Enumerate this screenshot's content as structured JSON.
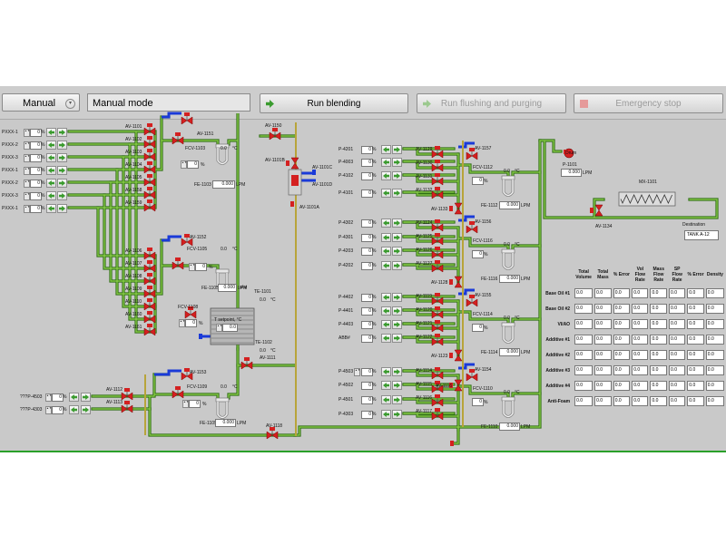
{
  "toolbar": {
    "mode_select": "Manual",
    "mode_display": "Manual mode",
    "run_blending": "Run blending",
    "run_flushing": "Run flushing and purging",
    "emergency_stop": "Emergency stop"
  },
  "colors": {
    "pipe": "#6aa333",
    "valve": "#d42020",
    "active_pipe": "#1a3ad8",
    "tank": "#c8c8c8",
    "background": "#c9c9c9"
  },
  "left_inlets": [
    {
      "label": "PXXX-1",
      "value": "0"
    },
    {
      "label": "PXXX-2",
      "value": "0"
    },
    {
      "label": "PXXX-3",
      "value": "0"
    },
    {
      "label": "PXXX-1",
      "value": "0"
    },
    {
      "label": "PXXX-2",
      "value": "0"
    },
    {
      "label": "PXXX-3",
      "value": "0"
    },
    {
      "label": "PXXX-1",
      "value": "0"
    }
  ],
  "left_lower_inlets": [
    {
      "label": "???P-4503",
      "value": "0"
    },
    {
      "label": "???P-4303",
      "value": "0"
    }
  ],
  "valves_group1": [
    "AV-1101",
    "AV-1102",
    "AV-1103",
    "AV-1104",
    "AV-1105",
    "AV-1158",
    "AV-1159"
  ],
  "valves_group2": [
    "AV-1106",
    "AV-1107",
    "AV-1108",
    "AV-1109",
    "AV-1110",
    "AV-1160",
    "AV-1161"
  ],
  "valves_misc": {
    "av1151": "AV-1151",
    "av1152": "AV-1152",
    "av1150": "AV-1150",
    "av1101b": "AV-1101B",
    "av1101c": "AV-1101C",
    "av1101d": "AV-1101D",
    "av1101a": "AV-1101A",
    "av1111": "AV-1111",
    "av1153": "AV-1153",
    "av1112": "AV-1112",
    "av1113": "AV-1113",
    "av1118": "AV-1118",
    "av1157": "AV-1157",
    "av1133": "AV-1133",
    "av1156": "AV-1156",
    "av1128": "AV-1128",
    "av1155": "AV-1155",
    "av1122": "AV-1122",
    "av1154": "AV-1154",
    "av1116": "AV-1116",
    "av1134": "AV-1134"
  },
  "fcv": [
    {
      "name": "FCV-1103",
      "pct": "0",
      "temp": "0.0",
      "unit": "°C",
      "fe": "FE-1103",
      "flow": "0.000",
      "flow_unit": "LPM"
    },
    {
      "name": "FCV-1105",
      "pct": "0",
      "temp": "0.0",
      "unit": "°C",
      "fe": "FE-1105",
      "flow": "0.000",
      "flow_unit": "LPM",
      "extra": "a/ai"
    },
    {
      "name": "FCV-1109",
      "pct": "0",
      "temp": "0.0",
      "unit": "°C",
      "fe": "FE-1109",
      "flow": "0.000",
      "flow_unit": "LPM"
    }
  ],
  "heater": {
    "fcv": "FCV-1108",
    "pct": "0",
    "setpoint_label": "T setpoint, °C",
    "setpoint": "0.0",
    "te1": "TE-1101",
    "te1_val": "0.0",
    "te2": "TE-1102",
    "te2_val": "0.0",
    "unit": "°C"
  },
  "right_groups": [
    {
      "inputs": [
        {
          "label": "P-4201",
          "value": "0"
        },
        {
          "label": "P-4003",
          "value": "0"
        },
        {
          "label": "P-4102",
          "value": "0"
        },
        {
          "label": "P-4101",
          "value": "0"
        }
      ],
      "valves": [
        "AV-1129",
        "AV-1130",
        "AV-1131",
        "AV-1132"
      ],
      "top_valve": "AV-1157",
      "fcv": "FCV-1112",
      "pct": "0",
      "temp": "0.0",
      "fe": "FE-1112",
      "flow": "0.000",
      "bottom_valve": "AV-1133"
    },
    {
      "inputs": [
        {
          "label": "P-4302",
          "value": "0"
        },
        {
          "label": "P-4301",
          "value": "0"
        },
        {
          "label": "P-4203",
          "value": "0"
        },
        {
          "label": "P-4202",
          "value": "0"
        }
      ],
      "valves": [
        "AV-1124",
        "AV-1125",
        "AV-1126",
        "AV-1127"
      ],
      "top_valve": "AV-1156",
      "fcv": "FCV-1116",
      "pct": "0",
      "temp": "0.0",
      "fe": "FE-1116",
      "flow": "0.000",
      "bottom_valve": "AV-1128"
    },
    {
      "inputs": [
        {
          "label": "P-4402",
          "value": "0"
        },
        {
          "label": "P-4401",
          "value": "0"
        },
        {
          "label": "P-4403",
          "value": "0"
        },
        {
          "label": "ABB#",
          "value": "0"
        }
      ],
      "valves": [
        "AV-1119",
        "AV-1120",
        "AV-1121",
        "AV-1122"
      ],
      "top_valve": "AV-1155",
      "fcv": "FCV-1114",
      "pct": "0",
      "temp": "0.0",
      "fe": "FE-1114",
      "flow": "0.000",
      "bottom_valve": "AV-1123"
    },
    {
      "inputs": [
        {
          "label": "P-4503",
          "value": "0"
        },
        {
          "label": "P-4502",
          "value": "0"
        },
        {
          "label": "P-4501",
          "value": "0"
        },
        {
          "label": "P-4303",
          "value": "0"
        }
      ],
      "valves": [
        "AV-1114",
        "AV-1115",
        "AV-1116",
        "AV-1117"
      ],
      "top_valve": "AV-1154",
      "fcv": "FCV-1110",
      "pct": "0",
      "temp": "0.0",
      "fe": "FE-1110",
      "flow": "0.000",
      "bottom_valve": ""
    }
  ],
  "drum": {
    "pump": "P-1101",
    "label": "Drum",
    "value": "0.000",
    "unit": "LPM"
  },
  "mixer": {
    "name": "MX-1101"
  },
  "destination": {
    "label": "Destination",
    "value": "TANK A-12"
  },
  "table": {
    "headers": [
      "Total Volume",
      "Total Mass",
      "% Error",
      "Vol Flow Rate",
      "Mass Flow Rate",
      "SP Flow Rate",
      "% Error",
      "Density"
    ],
    "rows": [
      {
        "label": "Base Oil #1",
        "values": [
          "0.0",
          "0.0",
          "0.0",
          "0.0",
          "0.0",
          "0.0",
          "0.0",
          "0.0"
        ]
      },
      {
        "label": "Base Oil #2",
        "values": [
          "0.0",
          "0.0",
          "0.0",
          "0.0",
          "0.0",
          "0.0",
          "0.0",
          "0.0"
        ]
      },
      {
        "label": "VI/AO",
        "values": [
          "0.0",
          "0.0",
          "0.0",
          "0.0",
          "0.0",
          "0.0",
          "0.0",
          "0.0"
        ]
      },
      {
        "label": "Additive #1",
        "values": [
          "0.0",
          "0.0",
          "0.0",
          "0.0",
          "0.0",
          "0.0",
          "0.0",
          "0.0"
        ]
      },
      {
        "label": "Additive #2",
        "values": [
          "0.0",
          "0.0",
          "0.0",
          "0.0",
          "0.0",
          "0.0",
          "0.0",
          "0.0"
        ]
      },
      {
        "label": "Additive #3",
        "values": [
          "0.0",
          "0.0",
          "0.0",
          "0.0",
          "0.0",
          "0.0",
          "0.0",
          "0.0"
        ]
      },
      {
        "label": "Additive #4",
        "values": [
          "0.0",
          "0.0",
          "0.0",
          "0.0",
          "0.0",
          "0.0",
          "0.0",
          "0.0"
        ]
      },
      {
        "label": "Anti-Foam",
        "values": [
          "0.0",
          "0.0",
          "0.0",
          "0.0",
          "0.0",
          "0.0",
          "0.0",
          "0.0"
        ]
      }
    ]
  }
}
